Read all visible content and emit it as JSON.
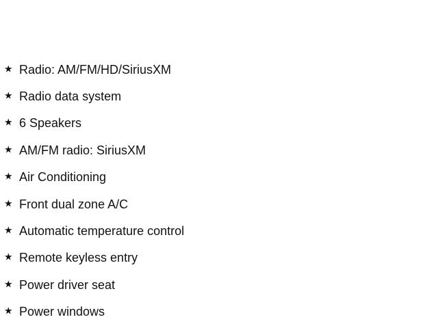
{
  "features": {
    "bullet_icon": "star-icon",
    "items": [
      "Radio: AM/FM/HD/SiriusXM",
      "Radio data system",
      "6 Speakers",
      "AM/FM radio: SiriusXM",
      "Air Conditioning",
      "Front dual zone A/C",
      "Automatic temperature control",
      "Remote keyless entry",
      "Power driver seat",
      "Power windows"
    ]
  }
}
